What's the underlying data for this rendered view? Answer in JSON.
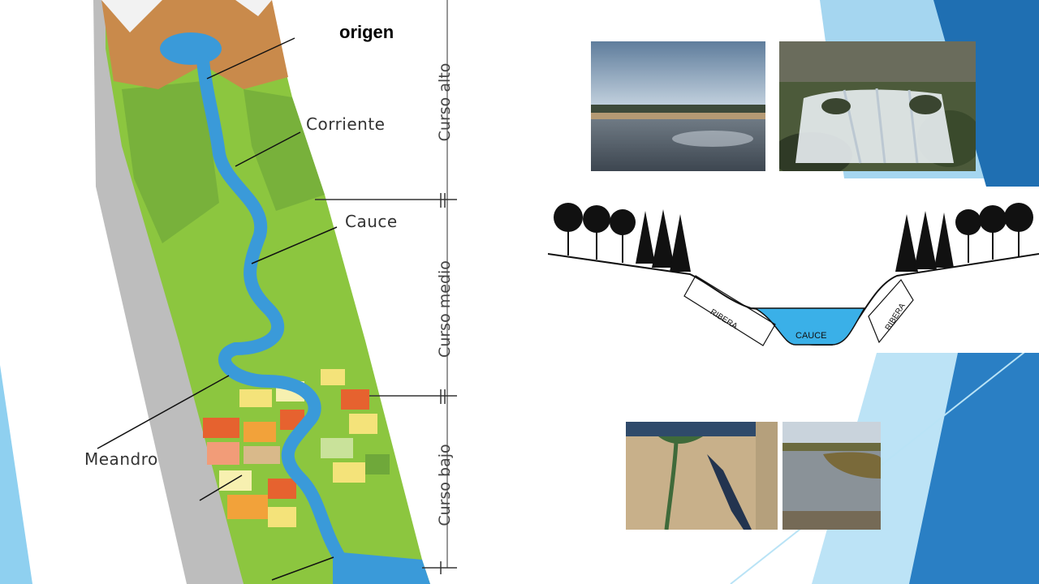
{
  "diagram": {
    "labels": {
      "origin": "origen",
      "current": "Corriente",
      "channel": "Cauce",
      "meander": "Meandro"
    },
    "sections": {
      "upper": "Curso alto",
      "middle": "Curso medio",
      "lower": "Curso bajo"
    }
  },
  "cross_section": {
    "bank_left": "RIBERA",
    "channel": "CAUCE",
    "bank_right": "RIBERA"
  },
  "colors": {
    "water": "#3a9ad9",
    "vegetation": "#8cc63f",
    "mountain": "#c98a4b",
    "deco_blue": "#1f6fb2"
  }
}
